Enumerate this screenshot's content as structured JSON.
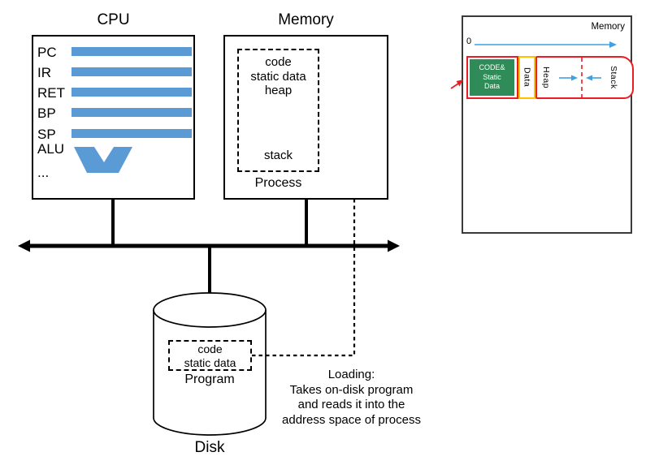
{
  "cpu": {
    "title": "CPU",
    "registers": [
      "PC",
      "IR",
      "RET",
      "BP",
      "SP"
    ],
    "alu_label": "ALU",
    "more": "..."
  },
  "memory": {
    "title": "Memory",
    "process": {
      "top_lines": [
        "code",
        "static data",
        "heap"
      ],
      "bottom_line": "stack",
      "label": "Process"
    }
  },
  "disk": {
    "program": {
      "lines": [
        "code",
        "static data"
      ],
      "label": "Program"
    },
    "label": "Disk"
  },
  "loading_note": {
    "lines": [
      "Loading:",
      "Takes on-disk program",
      "and reads it into the",
      "address space of process"
    ]
  },
  "address_space": {
    "panel_title": "Memory",
    "origin_label": "0",
    "code_block_lines": [
      "CODE&",
      "Static",
      "Data"
    ],
    "data_label": "Data",
    "heap_label": "Heap",
    "stack_label": "Stack"
  },
  "colors": {
    "register_bar_blue": "#5b9bd5",
    "address_arrow_blue": "#41a0e0",
    "code_green": "#2f8b57",
    "data_yellow": "#ffc000",
    "space_red": "#ed1c24"
  }
}
